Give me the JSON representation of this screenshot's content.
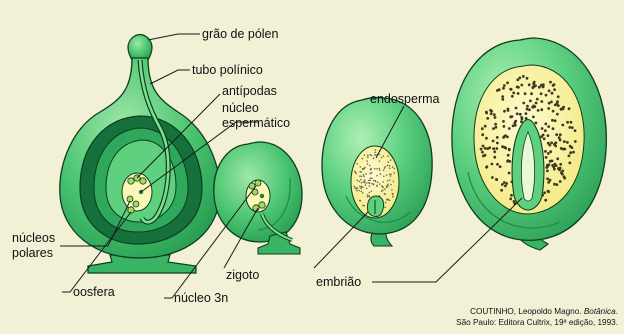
{
  "labels": {
    "grao_de_polen": "grão de pólen",
    "tubo_polinico": "tubo polínico",
    "antipodas": "antípodas",
    "nucleo_espermatico_l1": "núcleo",
    "nucleo_espermatico_l2": "espermático",
    "nucleos_polares_l1": "núcleos",
    "nucleos_polares_l2": "polares",
    "oosfera": "oosfera",
    "zigoto": "zigoto",
    "nucleo_3n": "núcleo 3n",
    "endosperma": "endosperma",
    "embriao": "embrião"
  },
  "source": {
    "author": "COUTINHO, Leopoldo Magno.",
    "title": "Botânica",
    "line2": "São Paulo: Editora Cultrix, 19ª edição, 1993."
  },
  "colors": {
    "background": "#f2f1d6",
    "tissue_light": "#5ed07e",
    "tissue_mid": "#2fa85c",
    "tissue_dark": "#17703c",
    "endosperm": "#f7ef8e",
    "outline": "#0d3d20"
  }
}
